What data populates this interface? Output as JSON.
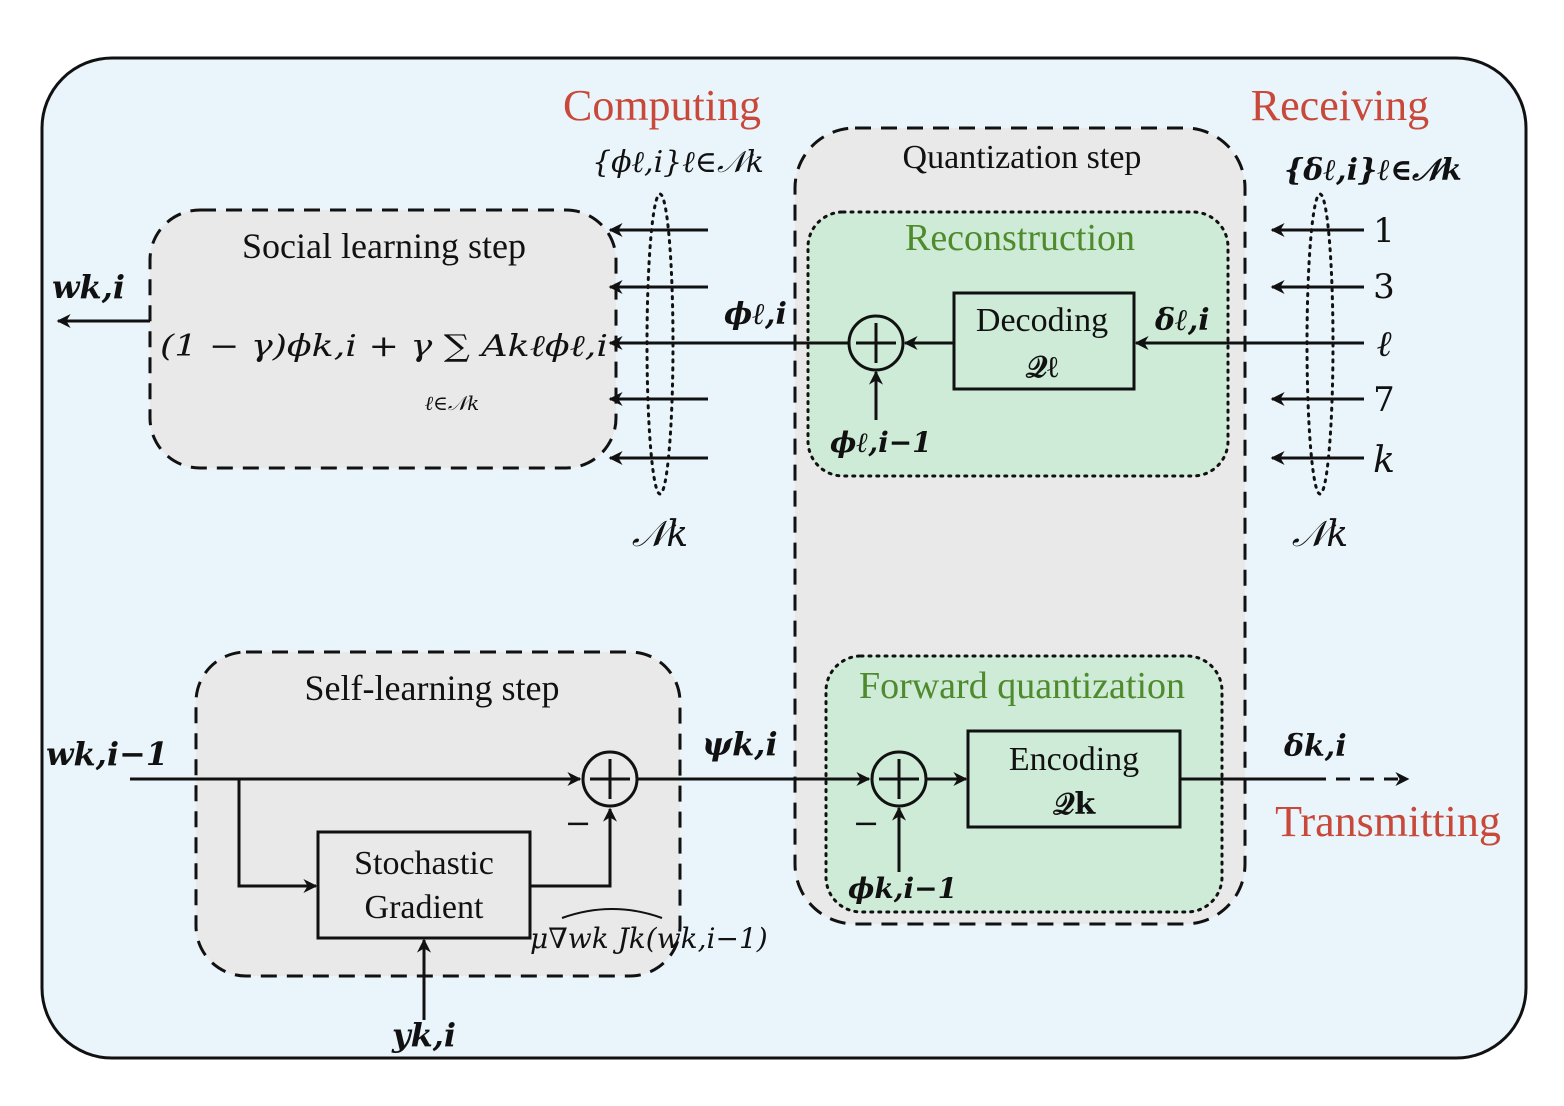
{
  "headings": {
    "computing": "Computing",
    "receiving": "Receiving",
    "transmitting": "Transmitting"
  },
  "blocks": {
    "social": "Social learning step",
    "quantization": "Quantization step",
    "reconstruction": "Reconstruction",
    "self_learning": "Self-learning step",
    "forward_quantization": "Forward quantization"
  },
  "boxes": {
    "decoding": {
      "line1": "Decoding",
      "line2": "𝒬ℓ"
    },
    "encoding": {
      "line1": "Encoding",
      "line2": "𝒬k"
    },
    "stochastic": {
      "line1": "Stochastic",
      "line2": "Gradient"
    }
  },
  "math": {
    "phi_set": "{ϕℓ,i}ℓ∈𝒩k",
    "delta_set": "{δℓ,i}ℓ∈𝒩k",
    "w_out": "wk,i",
    "social_formula": "(1 − γ)ϕk,i + γ ∑ Akℓϕℓ,i",
    "sum_sub": "ℓ∈𝒩k",
    "phi_li": "ϕℓ,i",
    "delta_li": "δℓ,i",
    "phi_l_prev": "ϕℓ,i−1",
    "neighborhood": "𝒩k",
    "w_prev": "wk,i−1",
    "psi": "ψk,i",
    "delta_ki": "δk,i",
    "phi_k_prev": "ϕk,i−1",
    "grad": "μ∇wk Jk(wk,i−1)",
    "y": "yk,i",
    "minus": "−"
  },
  "receiving_labels": [
    "1",
    "3",
    "ℓ",
    "7",
    "k"
  ],
  "colors": {
    "outer_bg": "#e9f4fb",
    "block_bg": "#e9e9e9",
    "green_bg": "#cdebd6",
    "heading_red": "#c8493a",
    "heading_green": "#4f8a2d"
  }
}
